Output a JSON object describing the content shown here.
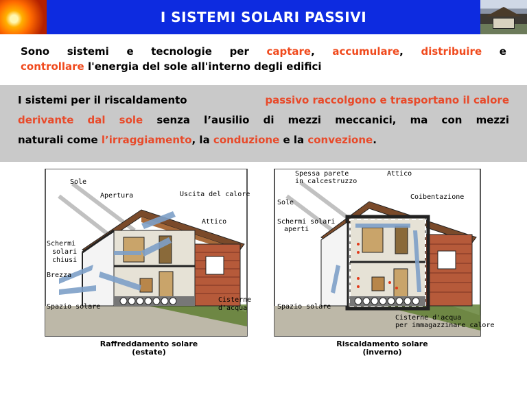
{
  "header": {
    "title": "I SISTEMI SOLARI PASSIVI",
    "icons": [
      "sun-image",
      "house-photo"
    ]
  },
  "intro": {
    "line1": [
      "Sono",
      "sistemi",
      "e",
      "tecnologie",
      "per"
    ],
    "captare": "captare",
    "comma1": ",",
    "accumulare": "accumulare",
    "comma2": ",",
    "distribuire": "distribuire",
    "e": "e",
    "controllare": "controllare",
    "rest": " l'energia del sole all'interno degli edifici"
  },
  "box": {
    "l1a": "I sistemi per il riscaldamento ",
    "l1b": "passivo raccolgono e trasportano il calore",
    "l2a": "derivante dal sole",
    "l2b": " senza l’ausilio di mezzi meccanici, ma con mezzi",
    "l3a": "naturali come ",
    "l3b": "l’irraggiamento",
    "l3c": ", la ",
    "l3d": "conduzione",
    "l3e": " e la ",
    "l3f": "convezione",
    "l3g": "."
  },
  "left_diagram": {
    "sole": "Sole",
    "apertura": "Apertura",
    "uscita": "Uscita del calore",
    "attico": "Attico",
    "schermi": [
      "Schermi",
      "solari",
      "chiusi"
    ],
    "brezza": "Brezza",
    "spazio": "Spazio solare",
    "cisterne": [
      "Cisterne",
      "d'acqua"
    ],
    "caption": [
      "Raffreddamento solare",
      "(estate)"
    ]
  },
  "right_diagram": {
    "spessa": [
      "Spessa parete",
      "in calcestruzzo"
    ],
    "attico": "Attico",
    "sole": "Sole",
    "coibentazione": "Coibentazione",
    "schermi": [
      "Schermi solari",
      "aperti"
    ],
    "spazio": "Spazio solare",
    "cisterne": [
      "Cisterne d'acqua",
      "per immagazzinare calore"
    ],
    "caption": [
      "Riscaldamento solare",
      "(inverno)"
    ]
  }
}
